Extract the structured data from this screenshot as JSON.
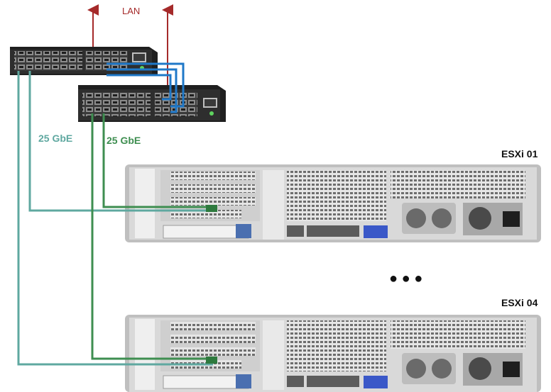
{
  "labels": {
    "lan": "LAN",
    "speed_left": "25 GbE",
    "speed_right": "25 GbE",
    "host_top": "ESXi 01",
    "host_bottom": "ESXi 04",
    "ellipsis": "● ● ●"
  },
  "colors": {
    "lan_arrow": "#a52a2a",
    "link_teal": "#5fa8a0",
    "link_green": "#3e8e50",
    "uplink_blue": "#1f78c8",
    "lan_label": "#a52a2a",
    "switch_body": "#2b2b2b",
    "server_body": "#d9d9d9"
  }
}
